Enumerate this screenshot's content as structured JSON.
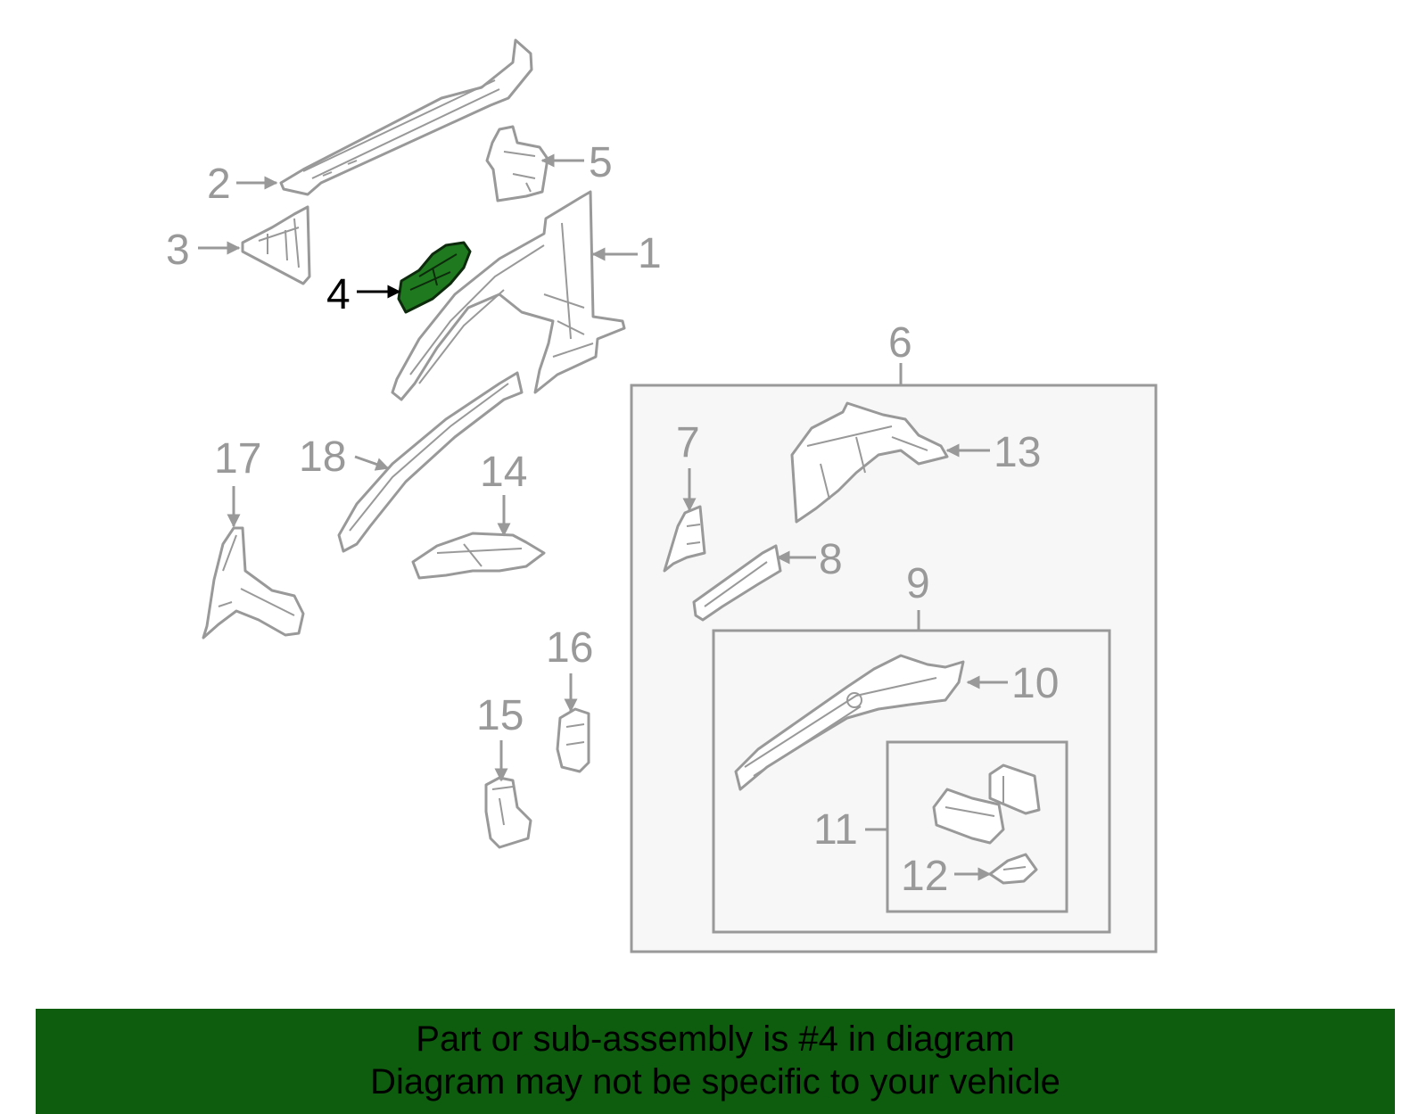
{
  "diagram": {
    "highlight_color": "#1f7a1f",
    "line_color": "#999999",
    "callouts": [
      {
        "id": "1",
        "label": "1"
      },
      {
        "id": "2",
        "label": "2"
      },
      {
        "id": "3",
        "label": "3"
      },
      {
        "id": "4",
        "label": "4",
        "highlighted": true
      },
      {
        "id": "5",
        "label": "5"
      },
      {
        "id": "6",
        "label": "6"
      },
      {
        "id": "7",
        "label": "7"
      },
      {
        "id": "8",
        "label": "8"
      },
      {
        "id": "9",
        "label": "9"
      },
      {
        "id": "10",
        "label": "10"
      },
      {
        "id": "11",
        "label": "11"
      },
      {
        "id": "12",
        "label": "12"
      },
      {
        "id": "13",
        "label": "13"
      },
      {
        "id": "14",
        "label": "14"
      },
      {
        "id": "15",
        "label": "15"
      },
      {
        "id": "16",
        "label": "16"
      },
      {
        "id": "17",
        "label": "17"
      },
      {
        "id": "18",
        "label": "18"
      }
    ]
  },
  "banner": {
    "color": "#0e5c0e",
    "line1": "Part or sub-assembly is #4 in diagram",
    "line2": "Diagram may not be specific to your vehicle"
  }
}
